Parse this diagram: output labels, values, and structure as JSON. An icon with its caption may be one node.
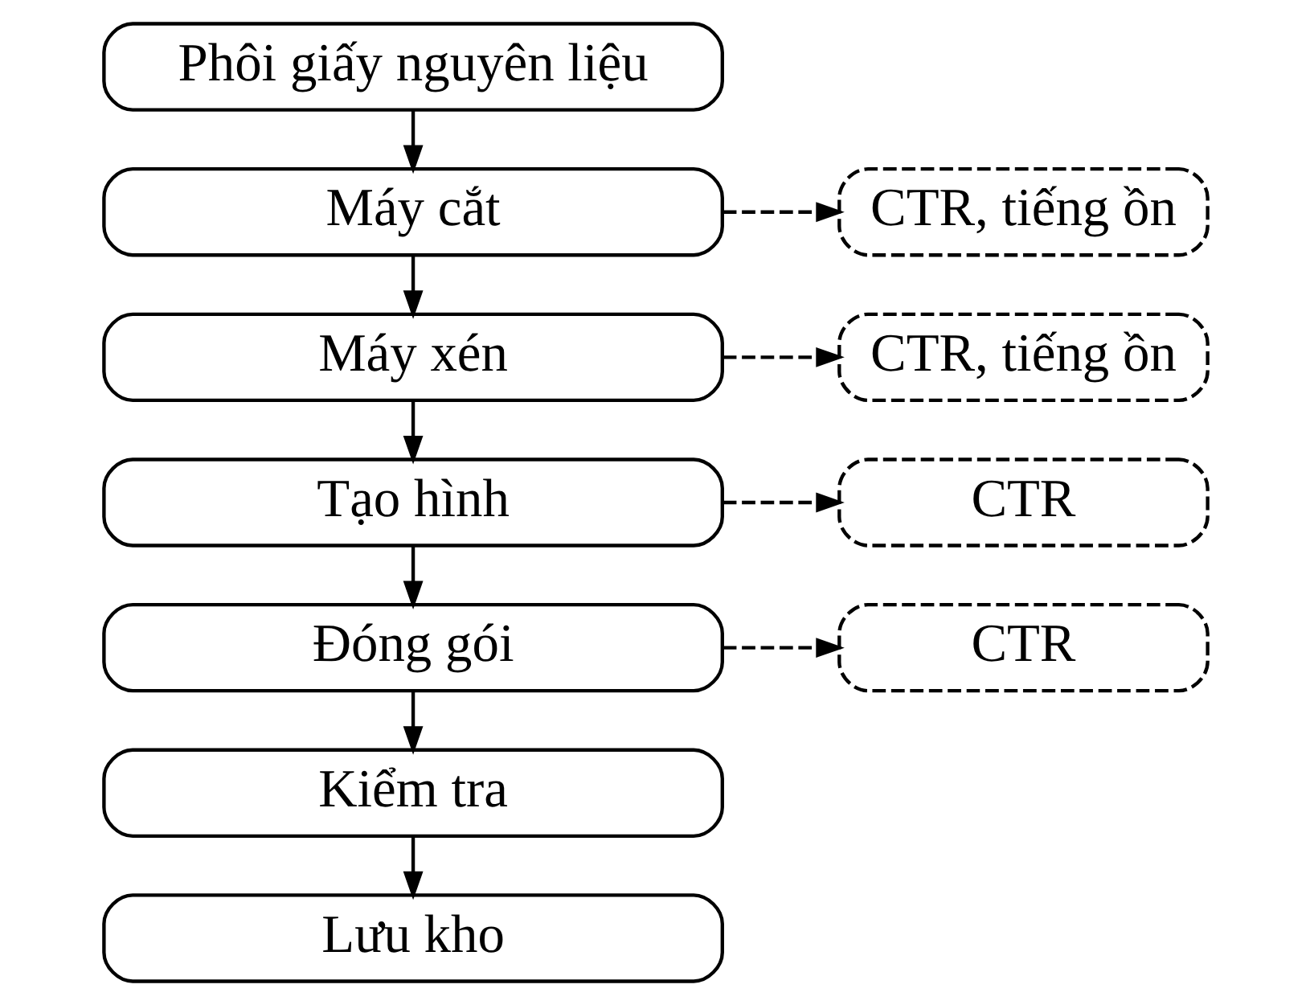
{
  "diagram": {
    "nodes": [
      {
        "text": [
          "Phôi giấy nguyên liệu"
        ]
      },
      {
        "text": [
          "Máy cắt"
        ]
      },
      {
        "text": [
          "Máy xén"
        ]
      },
      {
        "text": [
          "Tạo hình"
        ]
      },
      {
        "text": [
          "Đóng gói"
        ]
      },
      {
        "text": [
          "Kiểm tra"
        ]
      },
      {
        "text": [
          "Lưu kho"
        ]
      },
      {
        "text": [
          "CTR, tiếng ồn"
        ]
      },
      {
        "text": [
          "CTR, tiếng ồn"
        ]
      },
      {
        "text": [
          "CTR"
        ]
      },
      {
        "text": [
          "CTR"
        ]
      }
    ],
    "edges": [
      {
        "from": 0,
        "to": 1,
        "arrow": "to"
      },
      {
        "from": 1,
        "to": 2,
        "arrow": "to"
      },
      {
        "from": 2,
        "to": 3,
        "arrow": "to"
      },
      {
        "from": 3,
        "to": 4,
        "arrow": "to"
      },
      {
        "from": 4,
        "to": 5,
        "arrow": "to"
      },
      {
        "from": 5,
        "to": 6,
        "arrow": "to"
      },
      {
        "from": 1,
        "to": 7,
        "arrow": "to",
        "style": "dashed"
      },
      {
        "from": 2,
        "to": 8,
        "arrow": "to",
        "style": "dashed"
      },
      {
        "from": 3,
        "to": 9,
        "arrow": "to",
        "style": "dashed"
      },
      {
        "from": 4,
        "to": 10,
        "arrow": "to",
        "style": "dashed"
      }
    ]
  }
}
